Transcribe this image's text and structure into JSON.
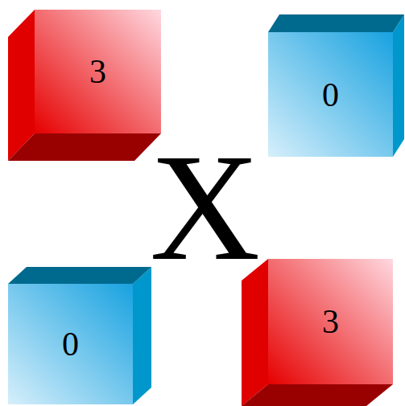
{
  "diagram": {
    "nodes": [
      {
        "text": [
          "3"
        ]
      },
      {
        "text": [
          "0"
        ]
      },
      {
        "text": [
          "0"
        ]
      },
      {
        "text": [
          "3"
        ]
      }
    ],
    "labels": [
      "X"
    ]
  }
}
